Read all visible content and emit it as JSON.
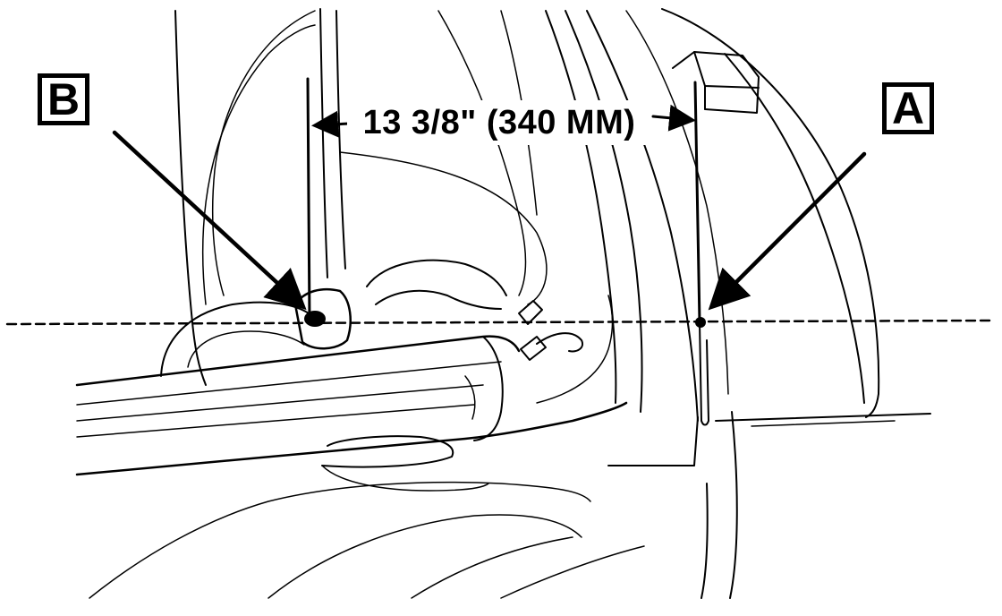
{
  "diagram": {
    "dimension_label": "13 3/8\" (340 MM)",
    "callouts": {
      "a": "A",
      "b": "B"
    }
  },
  "colors": {
    "ink": "#000000",
    "paper": "#ffffff"
  }
}
